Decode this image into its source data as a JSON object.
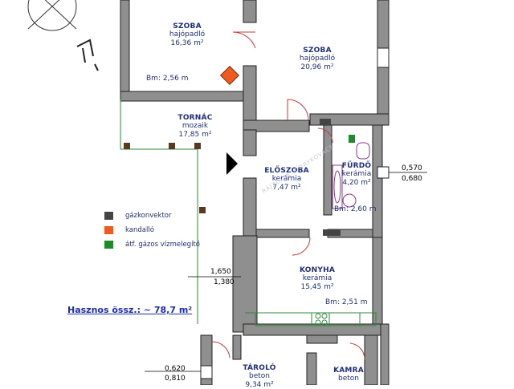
{
  "rooms": {
    "szoba1": {
      "name": "SZOBA",
      "floor": "hajópadló",
      "area": "16,36 m²",
      "bm": "Bm: 2,56 m"
    },
    "szoba2": {
      "name": "SZOBA",
      "floor": "hajópadló",
      "area": "20,96 m²"
    },
    "tornac": {
      "name": "TORNÁC",
      "floor": "mozaik",
      "area": "17,85 m²"
    },
    "eloszoba": {
      "name": "ELŐSZOBA",
      "floor": "kerámia",
      "area": "7,47 m²"
    },
    "furdo": {
      "name": "FÜRDŐ",
      "floor": "kerámia",
      "area": "4,20 m²",
      "bm": "Bm: 2,60 m"
    },
    "konyha": {
      "name": "KONYHA",
      "floor": "kerámia",
      "area": "15,45 m²",
      "bm": "Bm: 2,51 m"
    },
    "tarolo": {
      "name": "TÁROLÓ",
      "floor": "beton",
      "area": "9,34 m²"
    },
    "kamra": {
      "name": "KAMRA",
      "floor": "beton"
    }
  },
  "legend": [
    {
      "label": "gázkonvektor",
      "color": "#444444"
    },
    {
      "label": "kandalló",
      "color": "#f05a1e"
    },
    {
      "label": "átf. gázos vízmelegítő",
      "color": "#1f8a2a"
    }
  ],
  "dimensions": {
    "window1_top": "0,570",
    "window1_bottom": "0,680",
    "door_top": "1,650",
    "door_bottom": "1,380",
    "window2_top": "0,620",
    "window2_bottom": "0,810"
  },
  "summary": "Hasznos össz.: ~ 78,7 m²",
  "watermark": "RAJZOLTA: DORYKOVÁCS",
  "colors": {
    "wall": "#8f8f8f",
    "wall_edge": "#222222",
    "text": "#1f2f7a",
    "summary": "#1c2ea8",
    "terrace": "#2e8b3a"
  }
}
